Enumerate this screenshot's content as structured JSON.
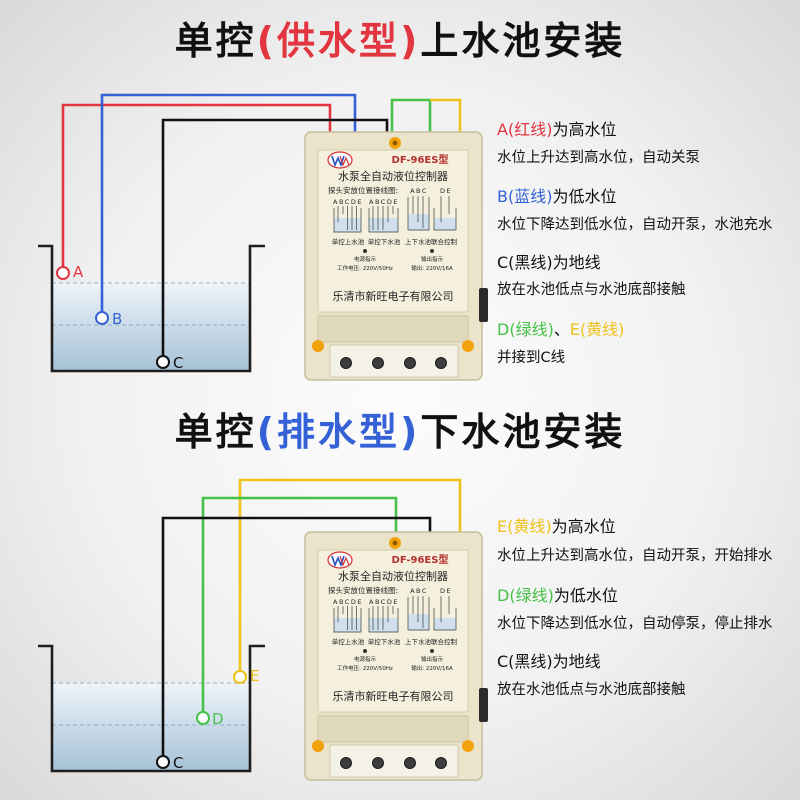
{
  "colors": {
    "red": "#e33540",
    "blue": "#3561d6",
    "black": "#111111",
    "green": "#45c148",
    "yellow": "#efc21a",
    "device_body": "#ebe4cb",
    "accent_orange": "#f2a20c"
  },
  "top_section": {
    "title": {
      "lead": "单控",
      "type": "(供水型)",
      "tail": "上水池安装"
    },
    "probe_labels": {
      "a": "A",
      "b": "B",
      "c": "C"
    },
    "legend": {
      "a_wire": "A(红线)",
      "a_role": "为高水位",
      "a_desc": "水位上升达到高水位，自动关泵",
      "b_wire": "B(蓝线)",
      "b_role": "为低水位",
      "b_desc": "水位下降达到低水位，自动开泵，水池充水",
      "c_wire": "C(黑线)",
      "c_role": "为地线",
      "c_desc": "放在水池低点与水池底部接触",
      "d_wire": "D(绿线)",
      "separator": "、",
      "e_wire": "E(黄线)",
      "de_desc": "并接到C线"
    }
  },
  "bottom_section": {
    "title": {
      "lead": "单控",
      "type": "(排水型)",
      "tail": "下水池安装"
    },
    "probe_labels": {
      "e": "E",
      "d": "D",
      "c": "C"
    },
    "legend": {
      "e_wire": "E(黄线)",
      "e_role": "为高水位",
      "e_desc": "水位上升达到高水位，自动开泵，开始排水",
      "d_wire": "D(绿线)",
      "d_role": "为低水位",
      "d_desc": "水位下降达到低水位，自动停泵，停止排水",
      "c_wire": "C(黑线)",
      "c_role": "为地线",
      "c_desc": "放在水池低点与水池底部接触"
    }
  },
  "device": {
    "model": "DF-96ES型",
    "name": "水泵全自动液位控制器",
    "diagram_title": "探头安放位置接线图:",
    "letters_left": "ABCDE",
    "letters_middle": "ABCDE",
    "letters_right_a": "ABC",
    "letters_right_b": "DE",
    "mode_upper": "单控上水池",
    "mode_lower": "单控下水池",
    "mode_combined": "上下水池联合控制",
    "power_indicator": "电源指示",
    "working_voltage": "工作电压: 220V/50Hz",
    "output_indicator": "输出指示",
    "output_rating": "输出: 220V/16A",
    "manufacturer": "乐清市新旺电子有限公司"
  }
}
